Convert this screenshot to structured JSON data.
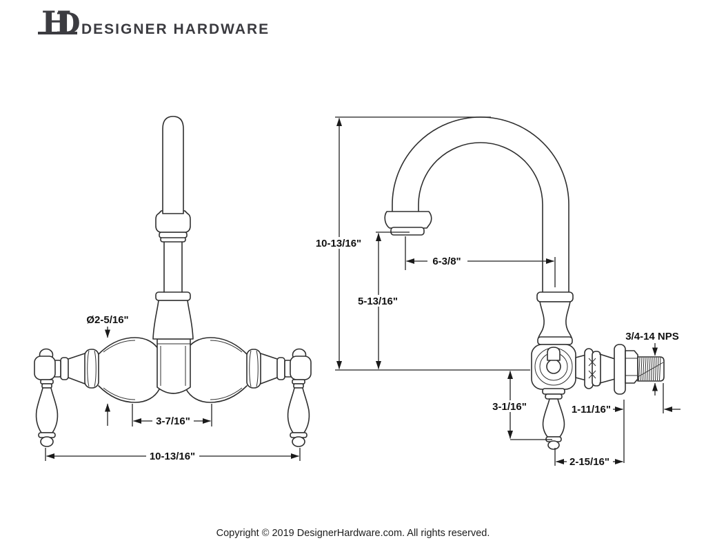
{
  "header": {
    "monogram": {
      "h": "H",
      "d": "D"
    },
    "brand": "DESIGNER HARDWARE"
  },
  "front_view": {
    "dim_diameter": "Ø2-5/16\"",
    "dim_valve_centers": "3-7/16\"",
    "dim_overall_width": "10-13/16\""
  },
  "side_view": {
    "dim_overall_height": "10-13/16\"",
    "dim_spout_outlet_height": "5-13/16\"",
    "dim_spout_reach": "6-3/8\"",
    "dim_thread": "3/4-14 NPS",
    "dim_handle_drop": "3-1/16\"",
    "dim_nipple_length": "1-11/16\"",
    "dim_wall_to_handle": "2-15/16\""
  },
  "footer": {
    "copyright": "Copyright © 2019 DesignerHardware.com. All rights reserved."
  }
}
